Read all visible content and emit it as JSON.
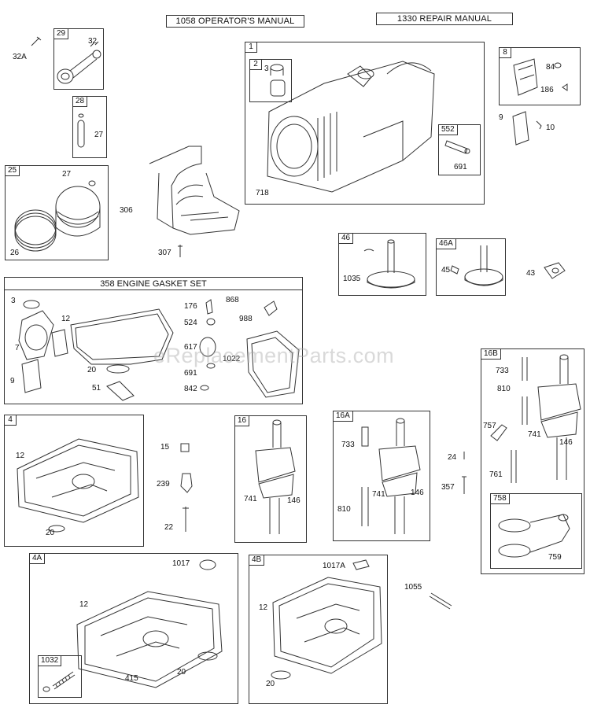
{
  "manuals": {
    "operators": "1058 OPERATOR'S MANUAL",
    "repair": "1330 REPAIR MANUAL"
  },
  "gasket_set_title": "358 ENGINE GASKET SET",
  "watermark": "eReplacementParts.com",
  "box_tags": {
    "b29": "29",
    "b28": "28",
    "b25": "25",
    "b1": "1",
    "b2": "2",
    "b552": "552",
    "b8": "8",
    "b46": "46",
    "b46a": "46A",
    "b4": "4",
    "b16": "16",
    "b16a": "16A",
    "b16b": "16B",
    "b758": "758",
    "b4a": "4A",
    "b4b": "4B",
    "b1032": "1032"
  },
  "labels": {
    "l32a": "32A",
    "l32": "32",
    "l27a": "27",
    "l27b": "27",
    "l306": "306",
    "l26": "26",
    "l307": "307",
    "l3a": "3",
    "l718": "718",
    "l691a": "691",
    "l84": "84",
    "l186": "186",
    "l9a": "9",
    "l10": "10",
    "l1035": "1035",
    "l45": "45",
    "l43": "43",
    "l3b": "3",
    "l12a": "12",
    "l7": "7",
    "l9b": "9",
    "l20a": "20",
    "l51": "51",
    "l176": "176",
    "l524": "524",
    "l617": "617",
    "l691b": "691",
    "l842": "842",
    "l868": "868",
    "l988": "988",
    "l1022": "1022",
    "l12b": "12",
    "l20b": "20",
    "l15": "15",
    "l239": "239",
    "l22": "22",
    "l741a": "741",
    "l146a": "146",
    "l733a": "733",
    "l810a": "810",
    "l741b": "741",
    "l146b": "146",
    "l24": "24",
    "l357": "357",
    "l733b": "733",
    "l810b": "810",
    "l757": "757",
    "l741c": "741",
    "l146c": "146",
    "l761": "761",
    "l759": "759",
    "l1017": "1017",
    "l12c": "12",
    "l20c": "20",
    "l415": "415",
    "l1017a": "1017A",
    "l12d": "12",
    "l20d": "20",
    "l1055": "1055"
  }
}
